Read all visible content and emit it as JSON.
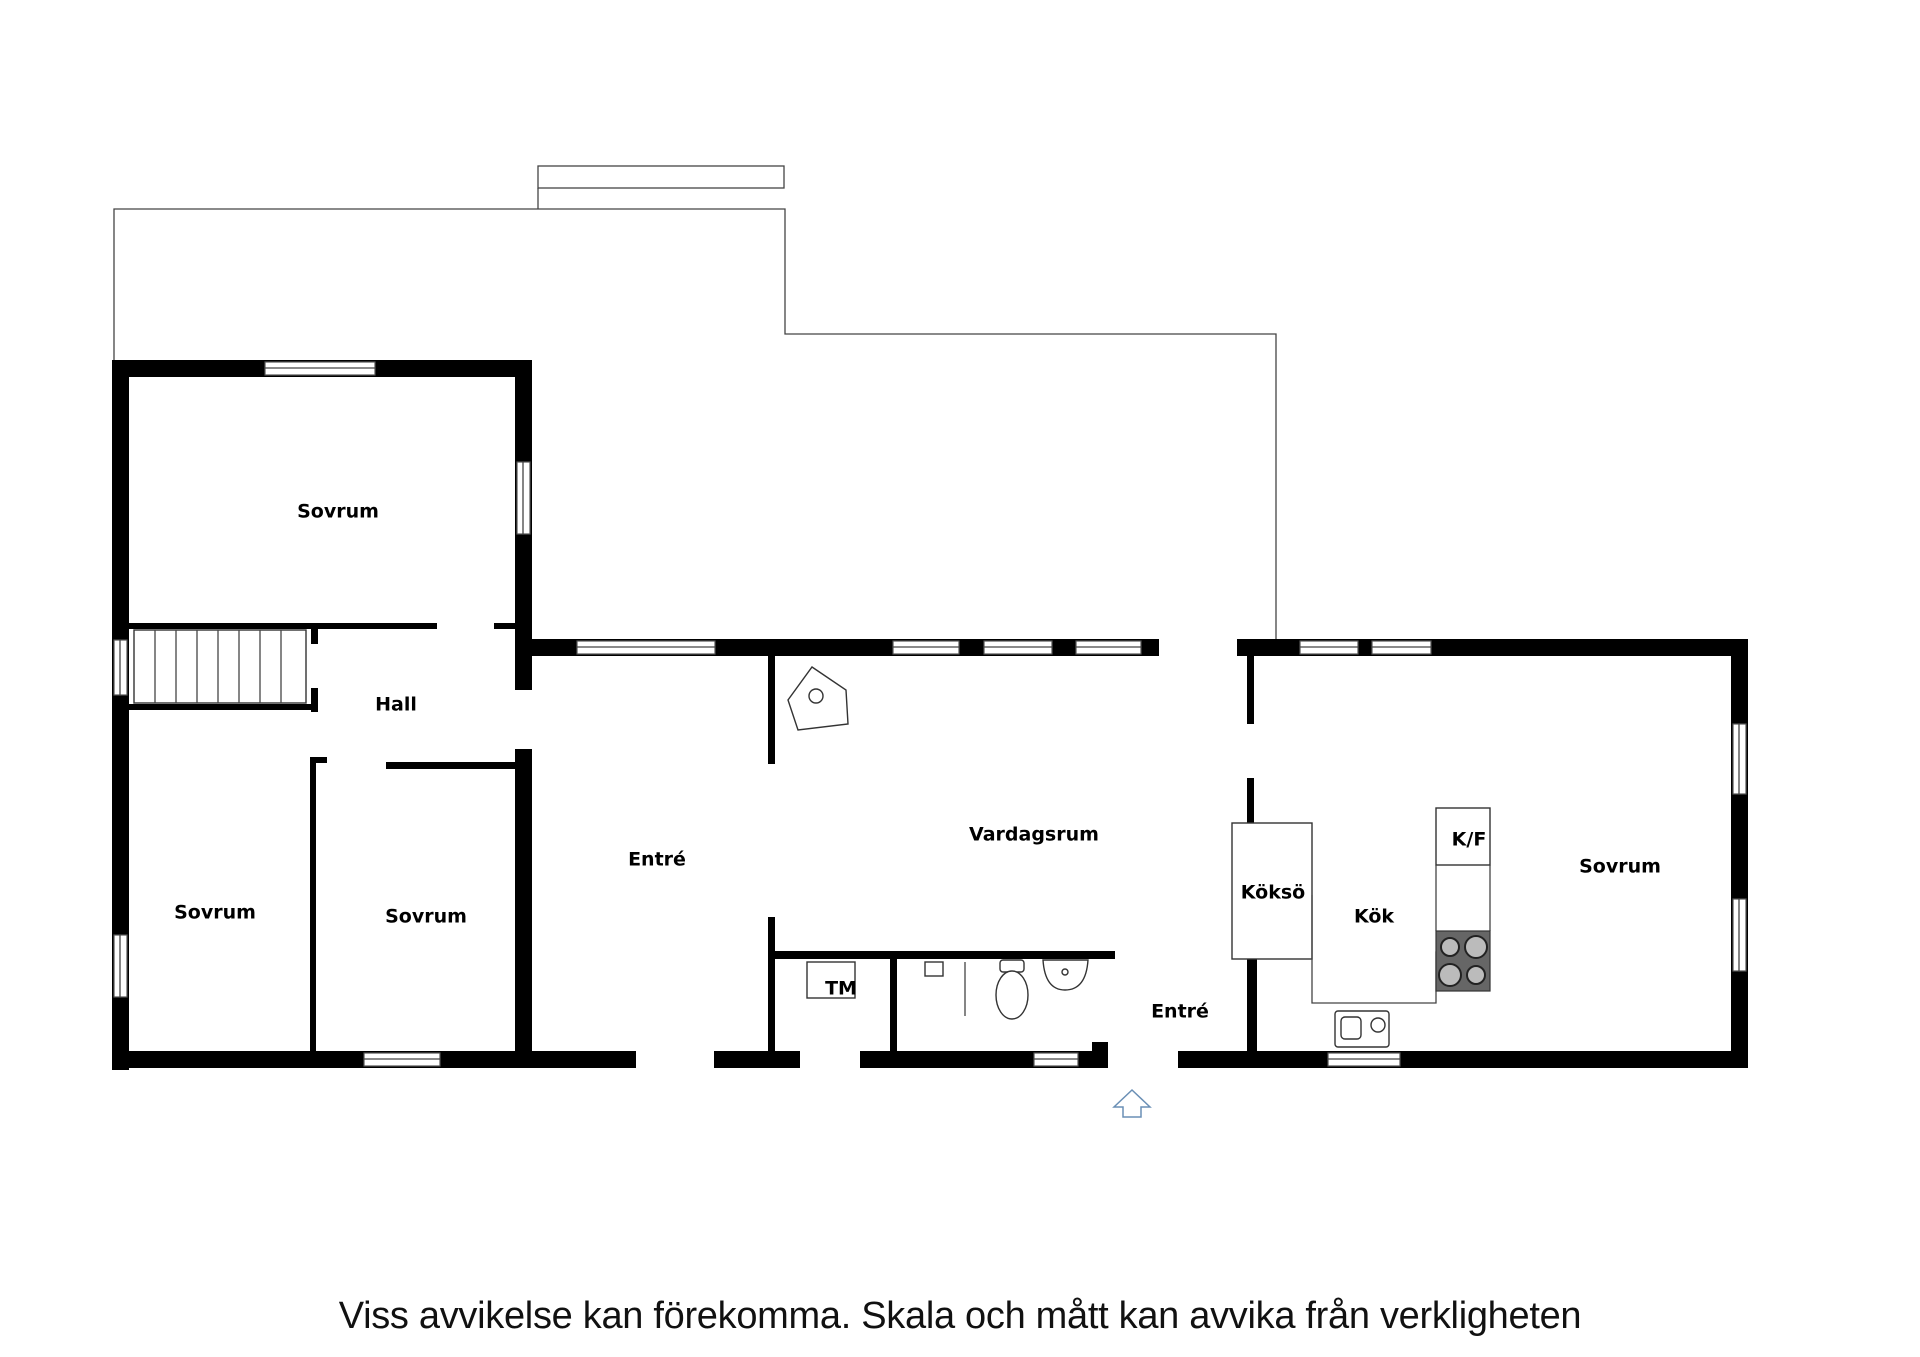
{
  "rooms": {
    "sovrum_nw": "Sovrum",
    "hall": "Hall",
    "sovrum_sw": "Sovrum",
    "sovrum_s2": "Sovrum",
    "entre_west": "Entré",
    "vardagsrum": "Vardagsrum",
    "tm": "TM",
    "entre_south": "Entré",
    "koksoe": "Köksö",
    "kok": "Kök",
    "kf": "K/F",
    "sovrum_east": "Sovrum"
  },
  "disclaimer": "Viss avvikelse kan förekomma. Skala och mått kan avvika från verkligheten",
  "colors": {
    "wall": "#000000",
    "entrance_arrow": "#6a8fb5",
    "background": "#ffffff"
  },
  "icons": [
    "stairs-icon",
    "stove-icon",
    "sink-icon",
    "toilet-icon",
    "washbasin-icon",
    "fireplace-icon",
    "entrance-arrow-icon"
  ]
}
